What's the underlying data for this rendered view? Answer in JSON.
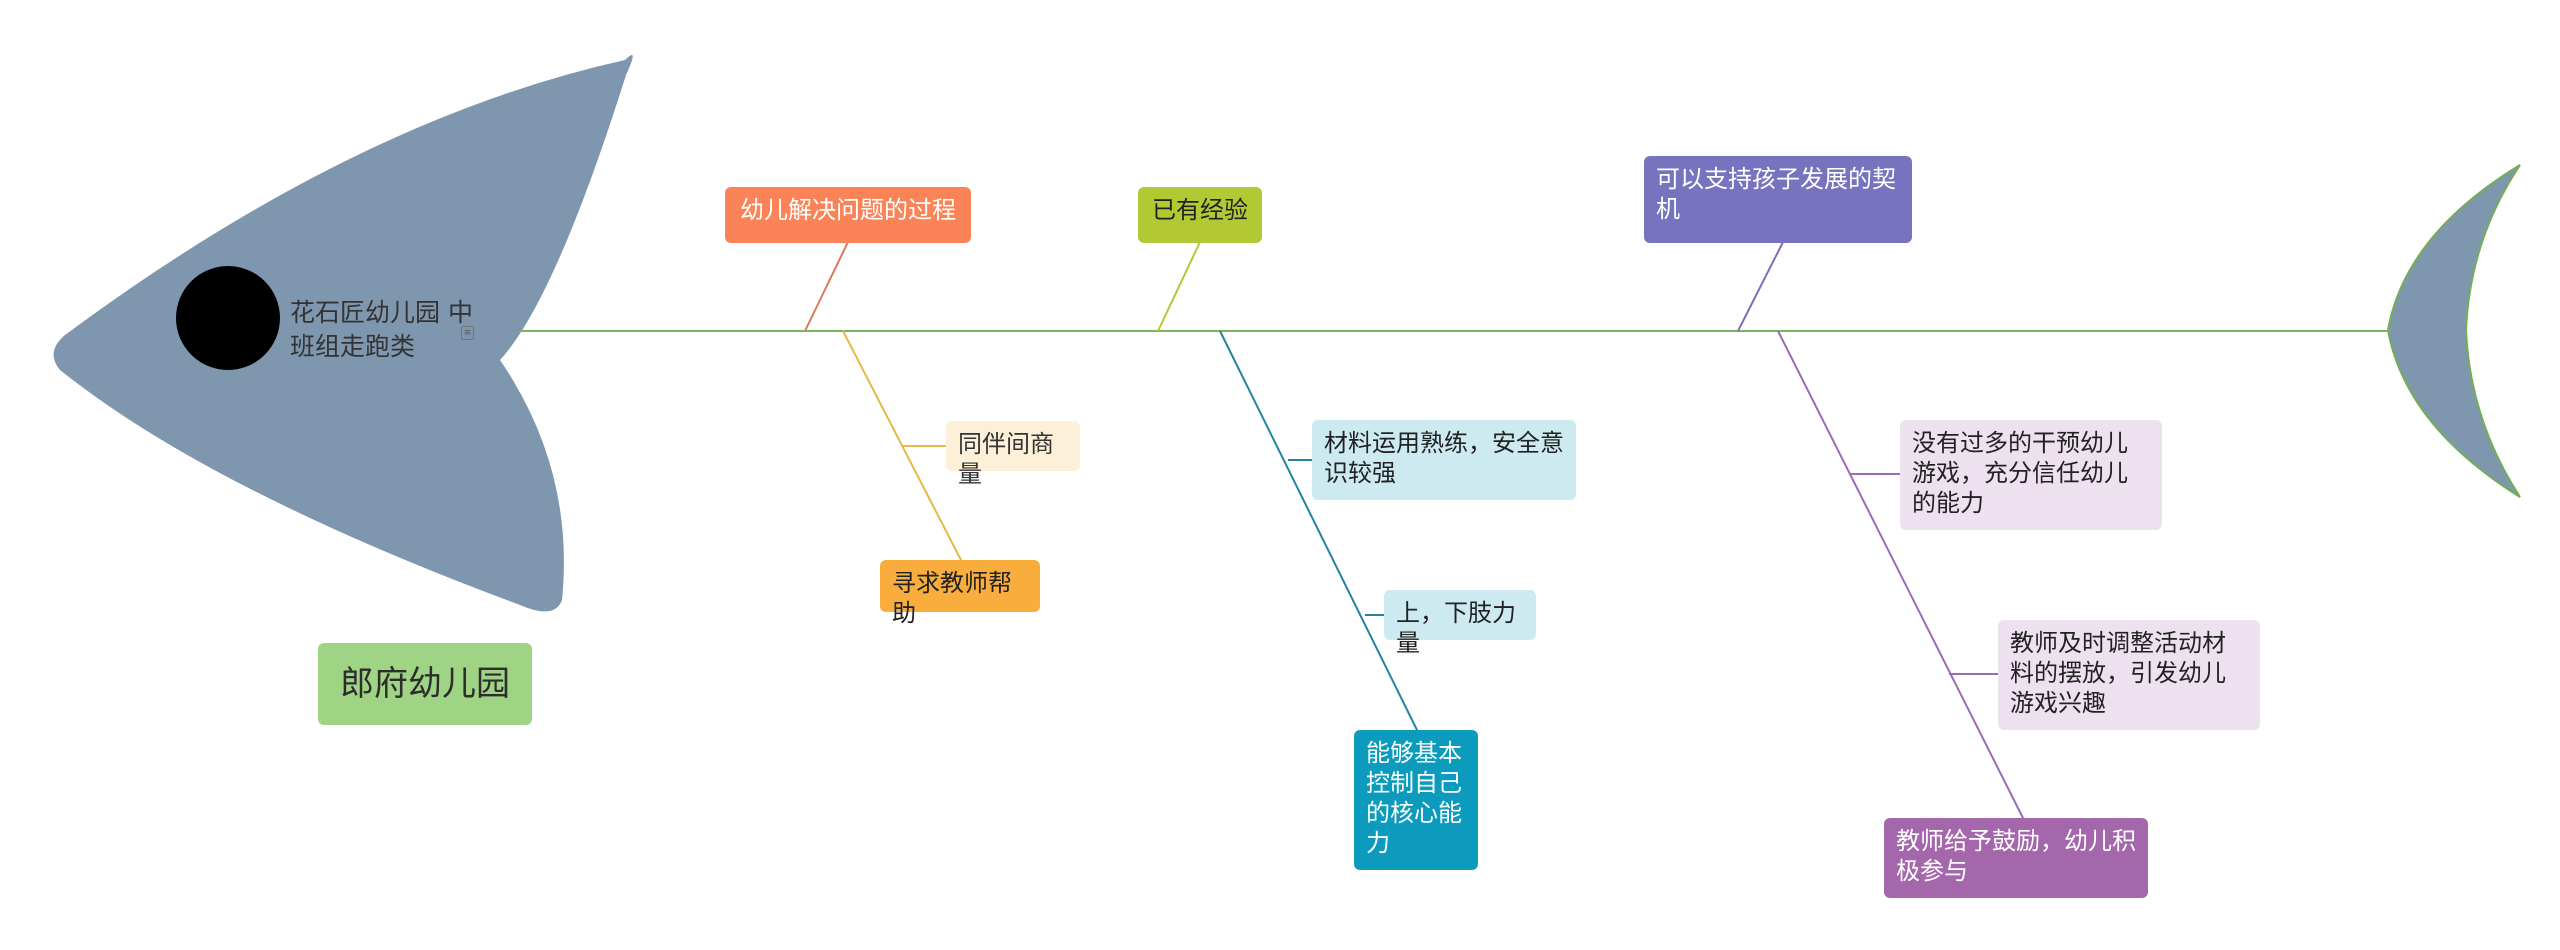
{
  "diagram": {
    "root": {
      "line1": "花石匠幼儿园",
      "line2": "中班组走跑类"
    },
    "title": "郎府幼儿园",
    "branches": [
      {
        "label": "幼儿解决问题的过程",
        "color": "#fb8358",
        "children": [
          {
            "label": "同伴间商量"
          },
          {
            "label": "寻求教师帮助"
          }
        ]
      },
      {
        "label": "已有经验",
        "color": "#b2c934",
        "children": [
          {
            "label": "材料运用熟练，安全意识较强"
          },
          {
            "label": "上，下肢力量"
          },
          {
            "label": "能够基本控制自己的核心能力"
          }
        ]
      },
      {
        "label": "可以支持孩子发展的契机",
        "color": "#7873bf",
        "children": [
          {
            "label": "没有过多的干预幼儿游戏，充分信任幼儿的能力"
          },
          {
            "label": "教师及时调整活动材料的摆放，引发幼儿游戏兴趣"
          },
          {
            "label": "教师给予鼓励，幼儿积极参与"
          }
        ]
      }
    ]
  },
  "colors": {
    "fish_body": "#7f97ae",
    "spine": "#7ab55c",
    "eye": "#000000"
  }
}
